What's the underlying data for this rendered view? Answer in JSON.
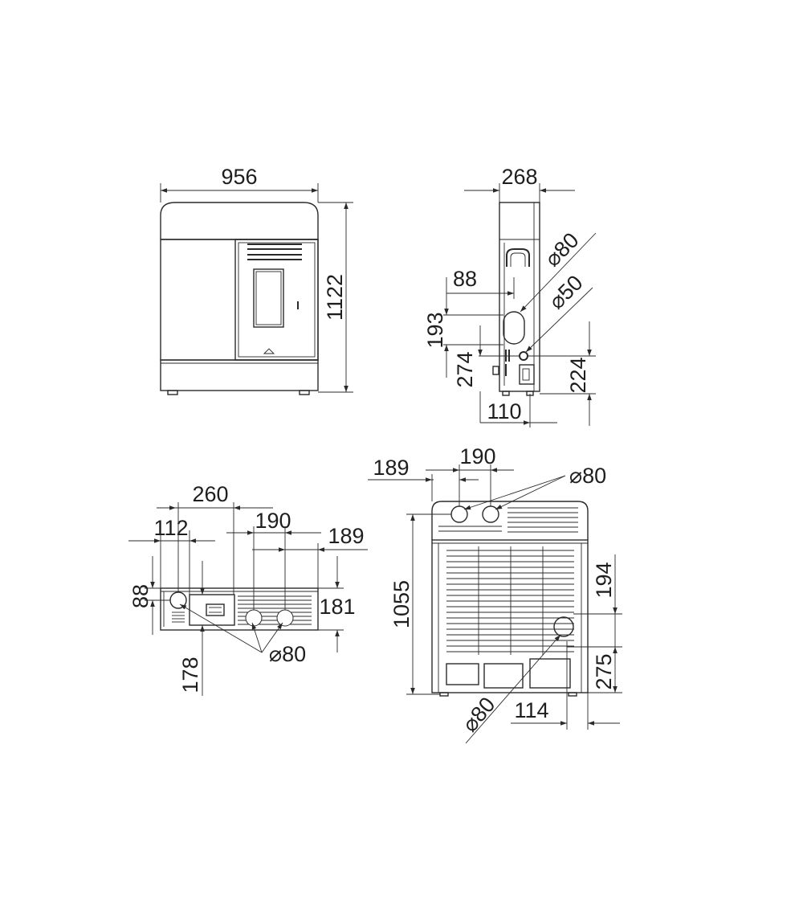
{
  "dimensions": {
    "front_width": "956",
    "front_height": "1122",
    "side_depth": "268",
    "side_inlet_offset": "88",
    "side_inlet_height": "193",
    "side_outlet_height": "274",
    "side_lower_height": "224",
    "side_outlet_offset": "110",
    "side_diam_top": "⌀80",
    "side_diam_small": "⌀50",
    "top_offset_1": "260",
    "top_offset_2": "112",
    "top_spacing": "190",
    "top_offset_3": "189",
    "top_depth_1": "88",
    "top_depth_2": "181",
    "top_depth_3": "178",
    "top_diam": "⌀80",
    "rear_offset": "189",
    "rear_spacing": "190",
    "rear_diam_top": "⌀80",
    "rear_height": "1055",
    "rear_inlet_height": "194",
    "rear_lower_height": "275",
    "rear_lower_offset": "114",
    "rear_diam_bottom": "⌀80"
  },
  "colors": {
    "line": "#2a2a2a",
    "text": "#1e1e1e",
    "background": "#ffffff"
  }
}
